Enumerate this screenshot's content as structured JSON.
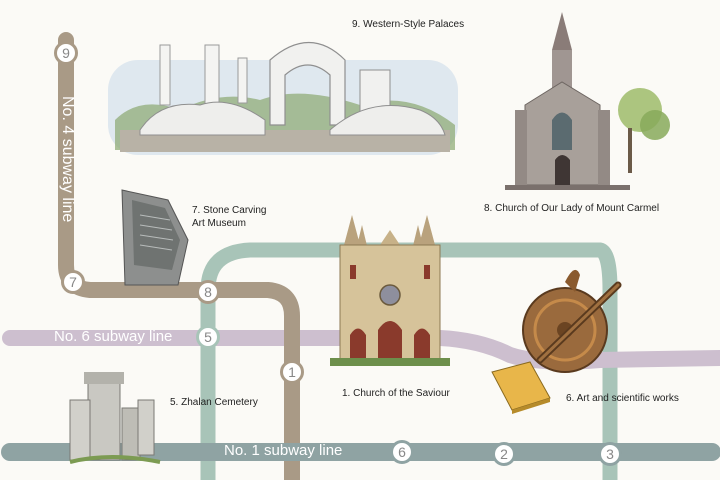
{
  "colors": {
    "line4": "#a99a86",
    "line6": "#cdbfcf",
    "line1": "#8fa3a3",
    "loop": "#a8c4b8",
    "station_fill": "#ffffff"
  },
  "lines": {
    "line4": "No. 4 subway line",
    "line6": "No. 6 subway line",
    "line1": "No. 1 subway line"
  },
  "stations": [
    {
      "num": "9",
      "line": "line4"
    },
    {
      "num": "7",
      "line": "line4"
    },
    {
      "num": "8",
      "line": "loop"
    },
    {
      "num": "5",
      "line": "loop"
    },
    {
      "num": "1",
      "line": "line4"
    },
    {
      "num": "6",
      "line": "line1"
    },
    {
      "num": "2",
      "line": "line1"
    },
    {
      "num": "3",
      "line": "line1"
    }
  ],
  "sites": {
    "palaces": "9. Western-Style Palaces",
    "stone_museum_1": "7. Stone Carving",
    "stone_museum_2": "Art Museum",
    "carmel": "8. Church of Our Lady of Mount Carmel",
    "saviour": "1. Church of the Saviour",
    "zhalan": "5. Zhalan Cemetery",
    "art_works": "6. Art and scientific works"
  },
  "icons": [
    "ruins-illustration",
    "stone-stele-illustration",
    "church-carmel-illustration",
    "cathedral-illustration",
    "tombstones-illustration",
    "book-icon",
    "astrolabe-illustration"
  ]
}
